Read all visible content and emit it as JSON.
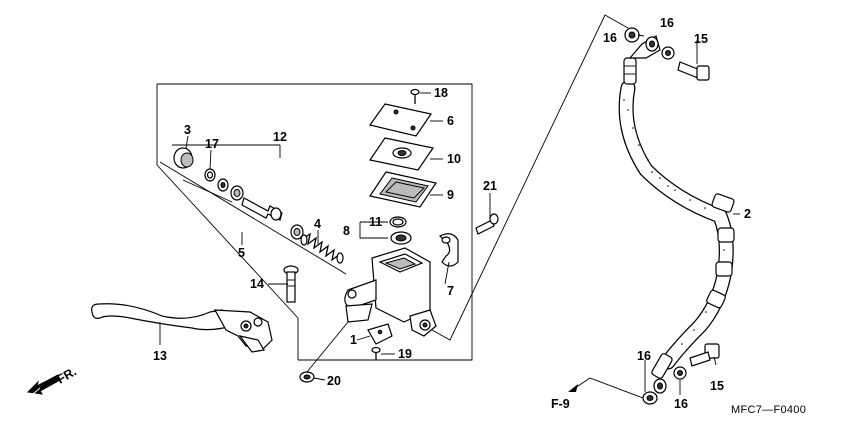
{
  "diagram": {
    "code": "MFC7—F0400",
    "reference": "F-9",
    "direction_label": "FR.",
    "callouts": [
      {
        "id": "c1",
        "label": "1"
      },
      {
        "id": "c2",
        "label": "2"
      },
      {
        "id": "c3",
        "label": "3"
      },
      {
        "id": "c4",
        "label": "4"
      },
      {
        "id": "c5",
        "label": "5"
      },
      {
        "id": "c6",
        "label": "6"
      },
      {
        "id": "c7",
        "label": "7"
      },
      {
        "id": "c8",
        "label": "8"
      },
      {
        "id": "c9",
        "label": "9"
      },
      {
        "id": "c10",
        "label": "10"
      },
      {
        "id": "c11",
        "label": "11"
      },
      {
        "id": "c12",
        "label": "12"
      },
      {
        "id": "c13",
        "label": "13"
      },
      {
        "id": "c14",
        "label": "14"
      },
      {
        "id": "c15a",
        "label": "15"
      },
      {
        "id": "c15b",
        "label": "15"
      },
      {
        "id": "c16a",
        "label": "16"
      },
      {
        "id": "c16b",
        "label": "16"
      },
      {
        "id": "c16c",
        "label": "16"
      },
      {
        "id": "c16d",
        "label": "16"
      },
      {
        "id": "c17",
        "label": "17"
      },
      {
        "id": "c18",
        "label": "18"
      },
      {
        "id": "c19",
        "label": "19"
      },
      {
        "id": "c20",
        "label": "20"
      },
      {
        "id": "c21",
        "label": "21"
      }
    ]
  }
}
